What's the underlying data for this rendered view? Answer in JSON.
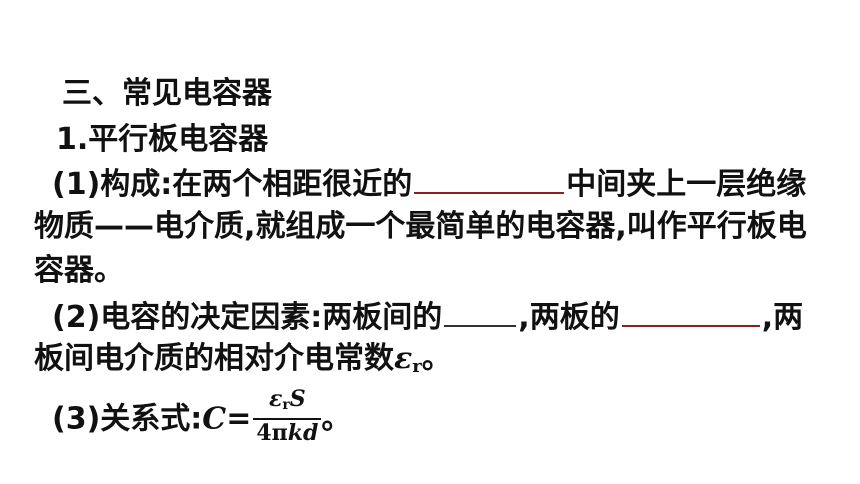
{
  "section_heading": "三、常见电容器",
  "subheading": "1.平行板电容器",
  "item1": {
    "prefix": "(1)构成:在两个相距很近的",
    "after_blank": "中间夹上一层绝缘",
    "line2": "物质——电介质,就组成一个最简单的电容器,叫作平行板电",
    "line3": "容器。"
  },
  "item2": {
    "prefix": "(2)电容的决定因素:两板间的",
    "middle": ",两板的",
    "after_blank": ",两",
    "line2_text": "板间电介质的相对介电常数",
    "line2_symbol": "ε",
    "line2_symbol_sub": "r",
    "line2_end": "。"
  },
  "item3": {
    "prefix": "(3)关系式:",
    "var": "C",
    "equals": "=",
    "numerator_symbol": "ε",
    "numerator_sub": "r",
    "numerator_var": "S",
    "denominator_num": "4π",
    "denominator_vars": "kd",
    "end": "。"
  }
}
